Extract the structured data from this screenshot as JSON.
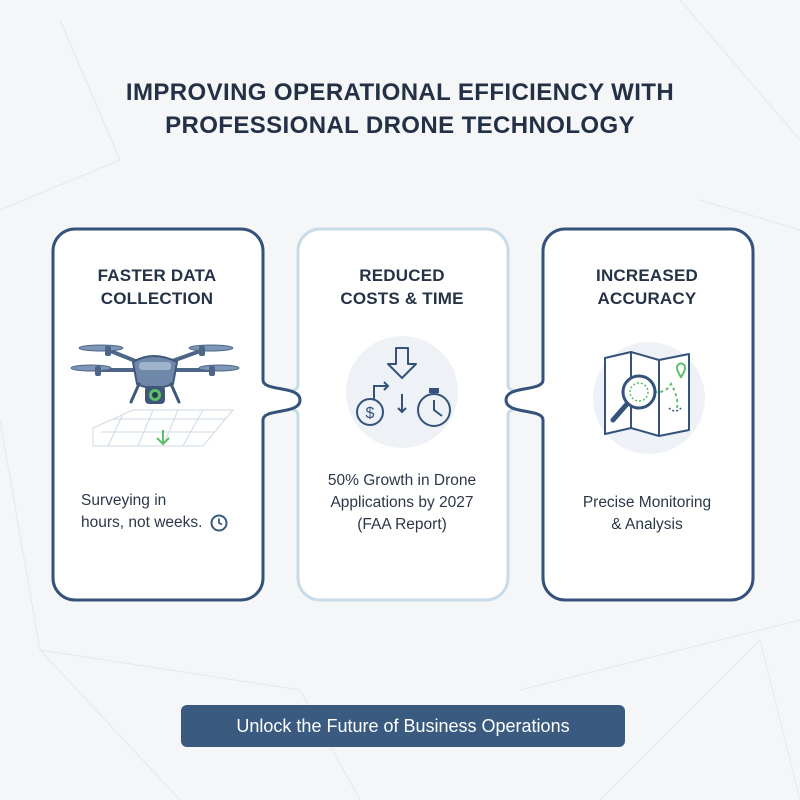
{
  "title": {
    "line1": "IMPROVING OPERATIONAL EFFICIENCY WITH",
    "line2": "PROFESSIONAL DRONE TECHNOLOGY"
  },
  "cards": [
    {
      "title_line1": "FASTER DATA",
      "title_line2": "COLLECTION",
      "icon": "drone-icon",
      "text_line1": "Surveying in",
      "text_line2": "hours, not weeks."
    },
    {
      "title_line1": "REDUCED",
      "title_line2": "COSTS & TIME",
      "icon": "cost-time-icon",
      "text_line1": "50% Growth in Drone",
      "text_line2": "Applications by 2027",
      "text_line3": "(FAA Report)"
    },
    {
      "title_line1": "INCREASED",
      "title_line2": "ACCURACY",
      "icon": "map-magnifier-icon",
      "text_line1": "Precise Monitoring",
      "text_line2": "& Analysis"
    }
  ],
  "cta": {
    "label": "Unlock the Future of Business Operations"
  },
  "colors": {
    "background": "#f4f6f8",
    "navy": "#3a5a80",
    "light_border": "#c5d8e6",
    "text": "#263246",
    "green": "#5cbf6a"
  }
}
